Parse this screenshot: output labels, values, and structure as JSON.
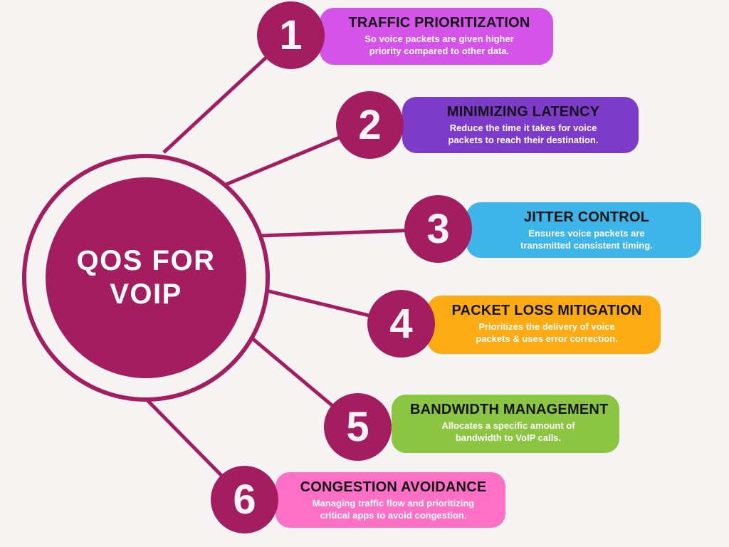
{
  "page": {
    "background": "#f5f4f2"
  },
  "center": {
    "title_line1": "QOS FOR",
    "title_line2": "VOIP",
    "color": "#a31d60"
  },
  "colors": {
    "accent_magenta": "#a31d60",
    "connector_line": "#a31d60",
    "title_text": "#141414",
    "desc_text": "#ffffff"
  },
  "items": [
    {
      "number": "1",
      "title": "TRAFFIC PRIORITIZATION",
      "desc1": "So voice packets are given higher",
      "desc2": "priority compared to other data.",
      "color": "#d453e8"
    },
    {
      "number": "2",
      "title": "MINIMIZING LATENCY",
      "desc1": "Reduce the time it takes for voice",
      "desc2": "packets to reach their destination.",
      "color": "#7d3bca"
    },
    {
      "number": "3",
      "title": "JITTER CONTROL",
      "desc1": "Ensures voice packets are",
      "desc2": "transmitted consistent timing.",
      "color": "#3db5e9"
    },
    {
      "number": "4",
      "title": "PACKET LOSS MITIGATION",
      "desc1": "Prioritizes the delivery of voice",
      "desc2": "packets & uses error correction.",
      "color": "#fcab13"
    },
    {
      "number": "5",
      "title": "BANDWIDTH MANAGEMENT",
      "desc1": "Allocates a specific amount of",
      "desc2": "bandwidth to VoIP calls.",
      "color": "#8cc541"
    },
    {
      "number": "6",
      "title": "CONGESTION AVOIDANCE",
      "desc1": "Managing traffic flow and prioritizing",
      "desc2": "critical apps to avoid congestion.",
      "color": "#fd70c6"
    }
  ]
}
